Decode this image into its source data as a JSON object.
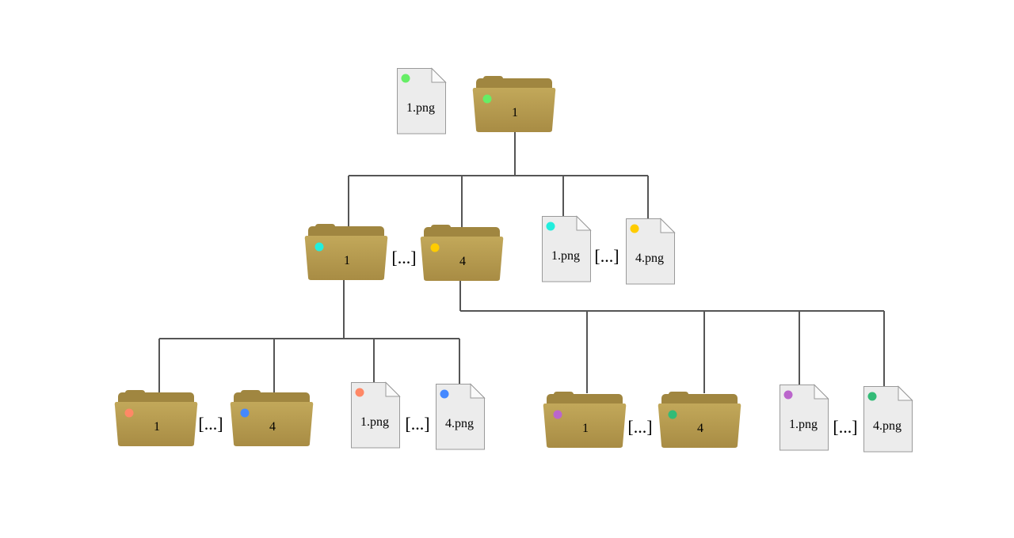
{
  "colors": {
    "line": "#555555",
    "folder_front": "#bca255",
    "folder_back": "#a08640",
    "file_fill": "#ececec",
    "file_stroke": "#9a9a9a"
  },
  "nodes": [
    {
      "id": "root-file",
      "type": "file",
      "label": "1.png",
      "dot": "#66ee66"
    },
    {
      "id": "root-folder",
      "type": "folder",
      "label": "1",
      "dot": "#66ee66"
    },
    {
      "id": "l1-folder-1",
      "type": "folder",
      "label": "1",
      "dot": "#22eedd"
    },
    {
      "id": "l1-folder-4",
      "type": "folder",
      "label": "4",
      "dot": "#ffcc00"
    },
    {
      "id": "l1-file-1",
      "type": "file",
      "label": "1.png",
      "dot": "#22eedd"
    },
    {
      "id": "l1-file-4",
      "type": "file",
      "label": "4.png",
      "dot": "#ffcc00"
    },
    {
      "id": "l2a-folder-1",
      "type": "folder",
      "label": "1",
      "dot": "#ff8866"
    },
    {
      "id": "l2a-folder-4",
      "type": "folder",
      "label": "4",
      "dot": "#4488ff"
    },
    {
      "id": "l2a-file-1",
      "type": "file",
      "label": "1.png",
      "dot": "#ff8866"
    },
    {
      "id": "l2a-file-4",
      "type": "file",
      "label": "4.png",
      "dot": "#4488ff"
    },
    {
      "id": "l2b-folder-1",
      "type": "folder",
      "label": "1",
      "dot": "#bb66cc"
    },
    {
      "id": "l2b-folder-4",
      "type": "folder",
      "label": "4",
      "dot": "#33bb77"
    },
    {
      "id": "l2b-file-1",
      "type": "file",
      "label": "1.png",
      "dot": "#bb66cc"
    },
    {
      "id": "l2b-file-4",
      "type": "file",
      "label": "4.png",
      "dot": "#33bb77"
    }
  ],
  "ellipsis_label": "[...]"
}
